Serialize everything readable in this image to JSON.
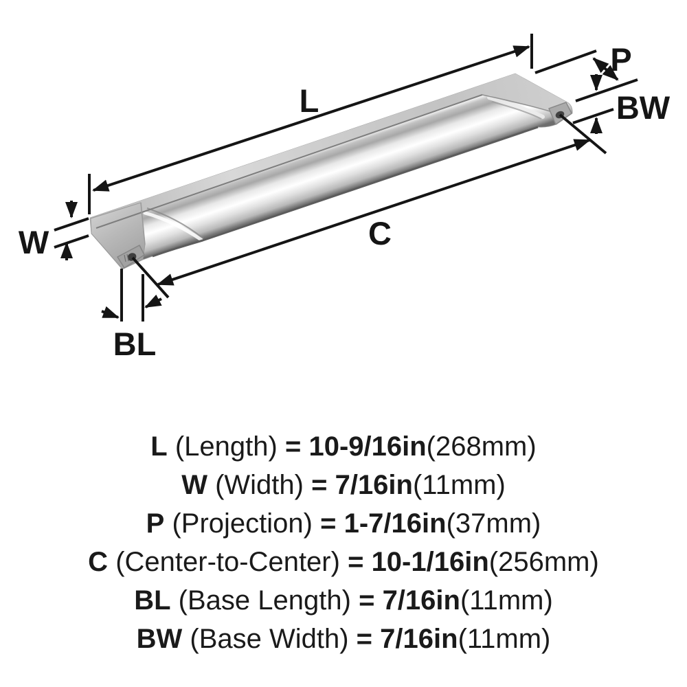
{
  "diagram": {
    "labels": {
      "length": "L",
      "width": "W",
      "projection": "P",
      "center_to_center": "C",
      "base_length": "BL",
      "base_width": "BW"
    }
  },
  "specs": [
    {
      "abbr": "L",
      "name": "(Length)",
      "eq": "=",
      "value": "10-9/16in",
      "metric": "(268mm)"
    },
    {
      "abbr": "W",
      "name": "(Width)",
      "eq": "=",
      "value": "7/16in",
      "metric": "(11mm)"
    },
    {
      "abbr": "P",
      "name": "(Projection)",
      "eq": "=",
      "value": "1-7/16in",
      "metric": "(37mm)"
    },
    {
      "abbr": "C",
      "name": "(Center-to-Center)",
      "eq": "=",
      "value": "10-1/16in",
      "metric": "(256mm)"
    },
    {
      "abbr": "BL",
      "name": "(Base Length)",
      "eq": "=",
      "value": "7/16in",
      "metric": "(11mm)"
    },
    {
      "abbr": "BW",
      "name": "(Base Width)",
      "eq": "=",
      "value": "7/16in",
      "metric": "(11mm)"
    }
  ],
  "colors": {
    "background": "#ffffff",
    "line": "#151515",
    "text": "#1a1a1a",
    "metal_highlight": "#ffffff",
    "metal_light": "#e8e8e8",
    "metal_mid": "#c6c6c6",
    "metal_dark": "#6e6e6e",
    "hole": "#3e3e3e"
  }
}
